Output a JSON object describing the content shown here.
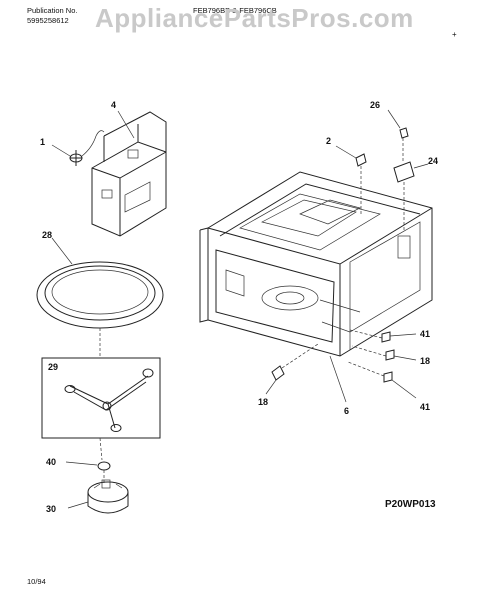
{
  "header": {
    "publication_label": "Publication No.",
    "publication_number": "5995258612",
    "models": "FEB796BB & FEB796CB",
    "watermark": "AppliancePartsPros.com",
    "corner_mark": "+"
  },
  "footer": {
    "diagram_code": "P20WP013",
    "date": "10/94"
  },
  "callouts": {
    "c1": "1",
    "c4": "4",
    "c28": "28",
    "c29": "29",
    "c40": "40",
    "c30": "30",
    "c26": "26",
    "c2": "2",
    "c24": "24",
    "c41a": "41",
    "c18a": "18",
    "c18b": "18",
    "c6": "6",
    "c41b": "41"
  }
}
